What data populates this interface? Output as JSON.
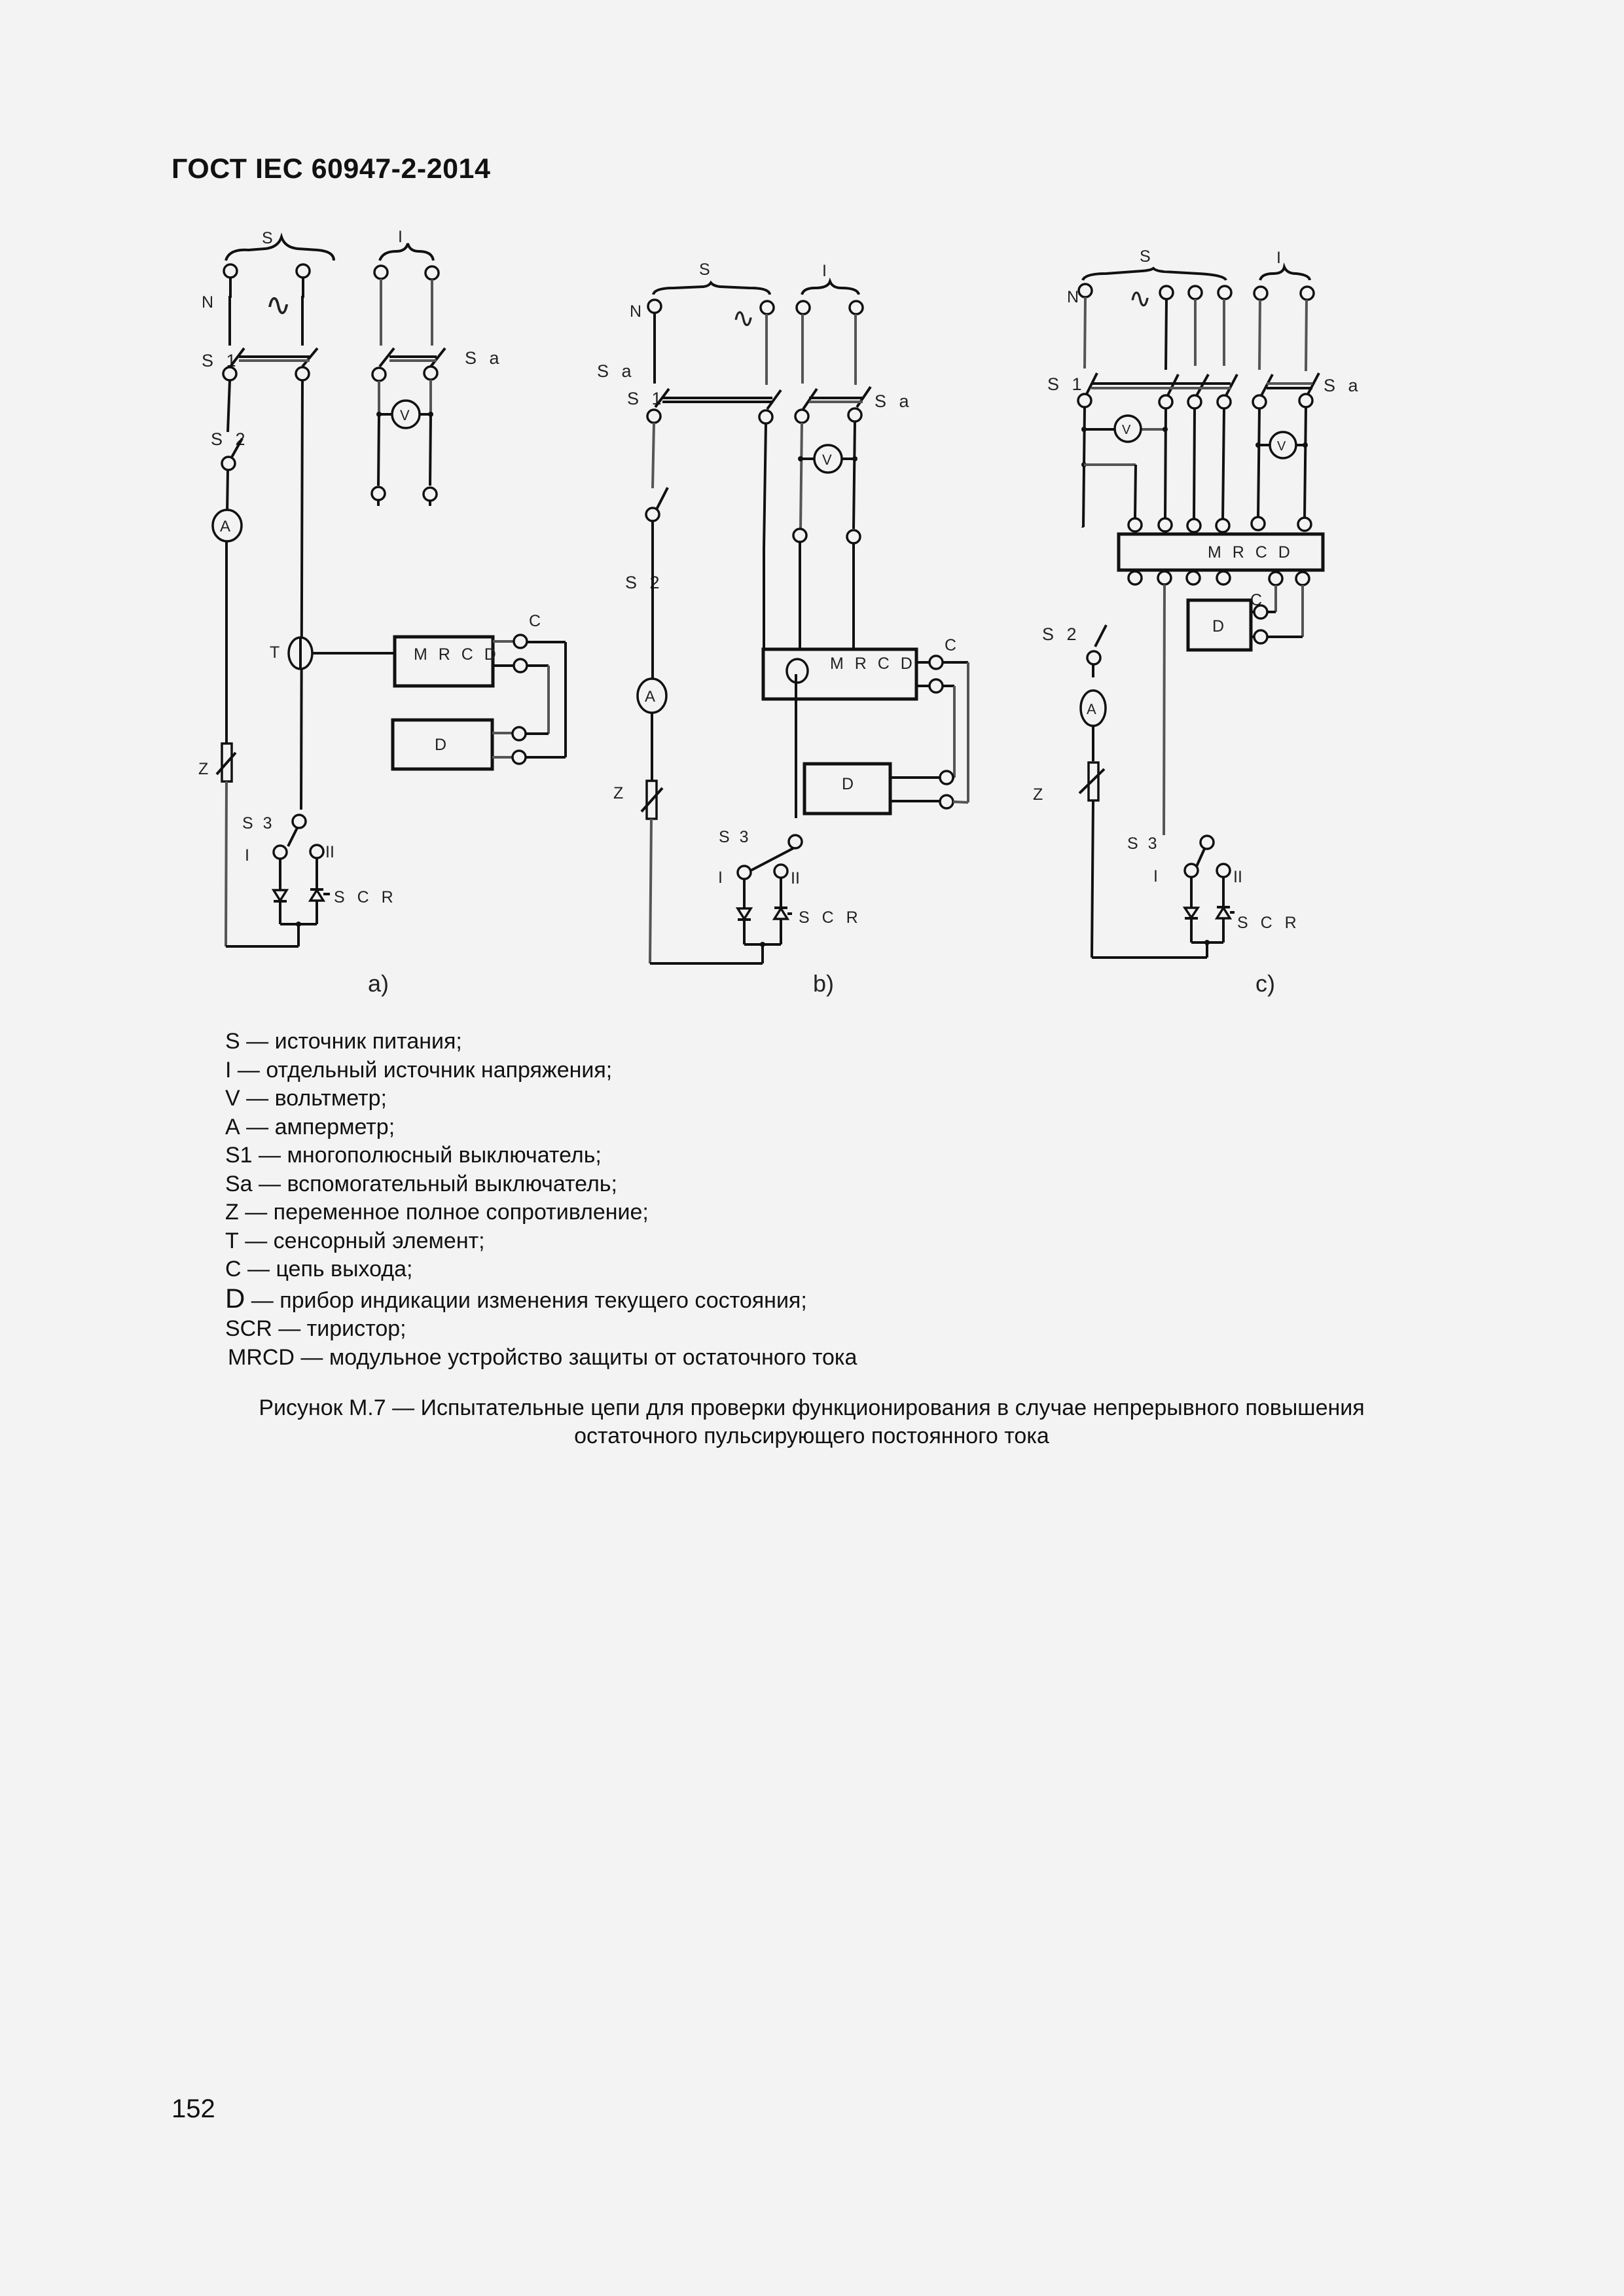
{
  "header": {
    "title": "ГОСТ IEC 60947-2-2014"
  },
  "figure": {
    "diagrams": [
      {
        "id": "a",
        "sublabel": "a)",
        "labels": {
          "S": "S",
          "I": "I",
          "N": "N",
          "ac": "∿",
          "S1": "S 1",
          "Sa": "S a",
          "S2": "S 2",
          "A": "A",
          "T": "T",
          "V": "V",
          "MRCD": "M R C D",
          "C": "C",
          "D": "D",
          "Z": "Z",
          "S3": "S 3",
          "pos1": "I",
          "pos2": "II",
          "SCR": "S C R"
        }
      },
      {
        "id": "b",
        "sublabel": "b)",
        "labels": {
          "S": "S",
          "I": "I",
          "N": "N",
          "ac": "∿",
          "SaTop": "S a",
          "S1": "S 1",
          "Sa": "S a",
          "S2": "S 2",
          "A": "A",
          "V": "V",
          "MRCD": "M R C D",
          "C": "C",
          "D": "D",
          "Z": "Z",
          "S3": "S 3",
          "pos1": "I",
          "pos2": "II",
          "SCR": "S C R"
        }
      },
      {
        "id": "c",
        "sublabel": "c)",
        "labels": {
          "S": "S",
          "I": "I",
          "N": "N",
          "ac": "∿",
          "S1": "S 1",
          "Sa": "S a",
          "S2": "S 2",
          "A": "A",
          "V1": "V",
          "V2": "V",
          "MRCD": "M R C D",
          "C": "C",
          "D": "D",
          "Z": "Z",
          "S3": "S 3",
          "pos1": "I",
          "pos2": "II",
          "SCR": "S C R"
        }
      }
    ]
  },
  "legend": [
    {
      "text": "S — источник питания;"
    },
    {
      "text": "I — отдельный источник напряжения;"
    },
    {
      "text": "V — вольтметр;"
    },
    {
      "text": "А — амперметр;"
    },
    {
      "text": "S1 — многополюсный выключатель;"
    },
    {
      "text": "Sa — вспомогательный выключатель;"
    },
    {
      "text": "Z — переменное полное сопротивление;"
    },
    {
      "text": "Т — сенсорный элемент;"
    },
    {
      "text": "С — цепь выхода;"
    },
    {
      "symbol": "D",
      "text": " — прибор индикации изменения текущего состояния;"
    },
    {
      "text": "SCR — тиристор;"
    },
    {
      "text": "MRCD — модульное устройство защиты от остаточного тока"
    }
  ],
  "caption": {
    "line1": "Рисунок М.7 — Испытательные цепи для проверки функционирования в случае непрерывного повышения",
    "line2": "остаточного пульсирующего постоянного тока"
  },
  "footer": {
    "page_number": "152"
  }
}
